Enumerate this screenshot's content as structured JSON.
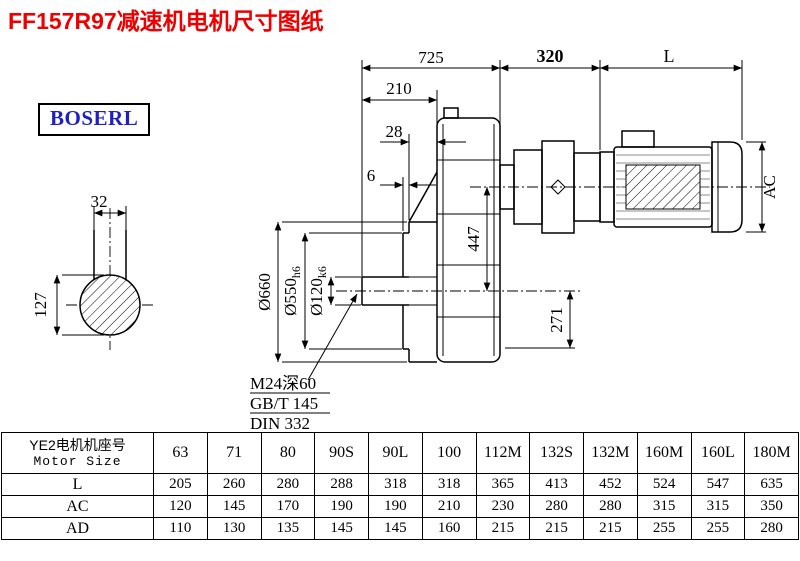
{
  "page": {
    "title": "FF157R97减速机电机尺寸图纸",
    "logo": "BOSERL"
  },
  "drawing": {
    "dim_725": "725",
    "dim_320": "320",
    "dim_L": "L",
    "dim_210": "210",
    "dim_28": "28",
    "dim_6": "6",
    "dim_32": "32",
    "dim_127": "127",
    "dim_d660": "Ø660",
    "dim_d550": "Ø550",
    "dim_d550_tol": "h6",
    "dim_d120": "Ø120",
    "dim_d120_tol": "k6",
    "dim_447": "447",
    "dim_271": "271",
    "dim_AC": "AC",
    "note_thread": "M24深60",
    "note_gb": "GB/T 145",
    "note_din": "DIN 332"
  },
  "table": {
    "header": {
      "line1": "YE2电机机座号",
      "line2": "Motor Size"
    },
    "columns": [
      "63",
      "71",
      "80",
      "90S",
      "90L",
      "100",
      "112M",
      "132S",
      "132M",
      "160M",
      "160L",
      "180M"
    ],
    "rows": [
      {
        "label": "L",
        "values": [
          "205",
          "260",
          "280",
          "288",
          "318",
          "318",
          "365",
          "413",
          "452",
          "524",
          "547",
          "635"
        ]
      },
      {
        "label": "AC",
        "values": [
          "120",
          "145",
          "170",
          "190",
          "190",
          "210",
          "230",
          "280",
          "280",
          "315",
          "315",
          "350"
        ]
      },
      {
        "label": "AD",
        "values": [
          "110",
          "130",
          "135",
          "145",
          "145",
          "160",
          "215",
          "215",
          "215",
          "255",
          "255",
          "280"
        ]
      }
    ]
  }
}
